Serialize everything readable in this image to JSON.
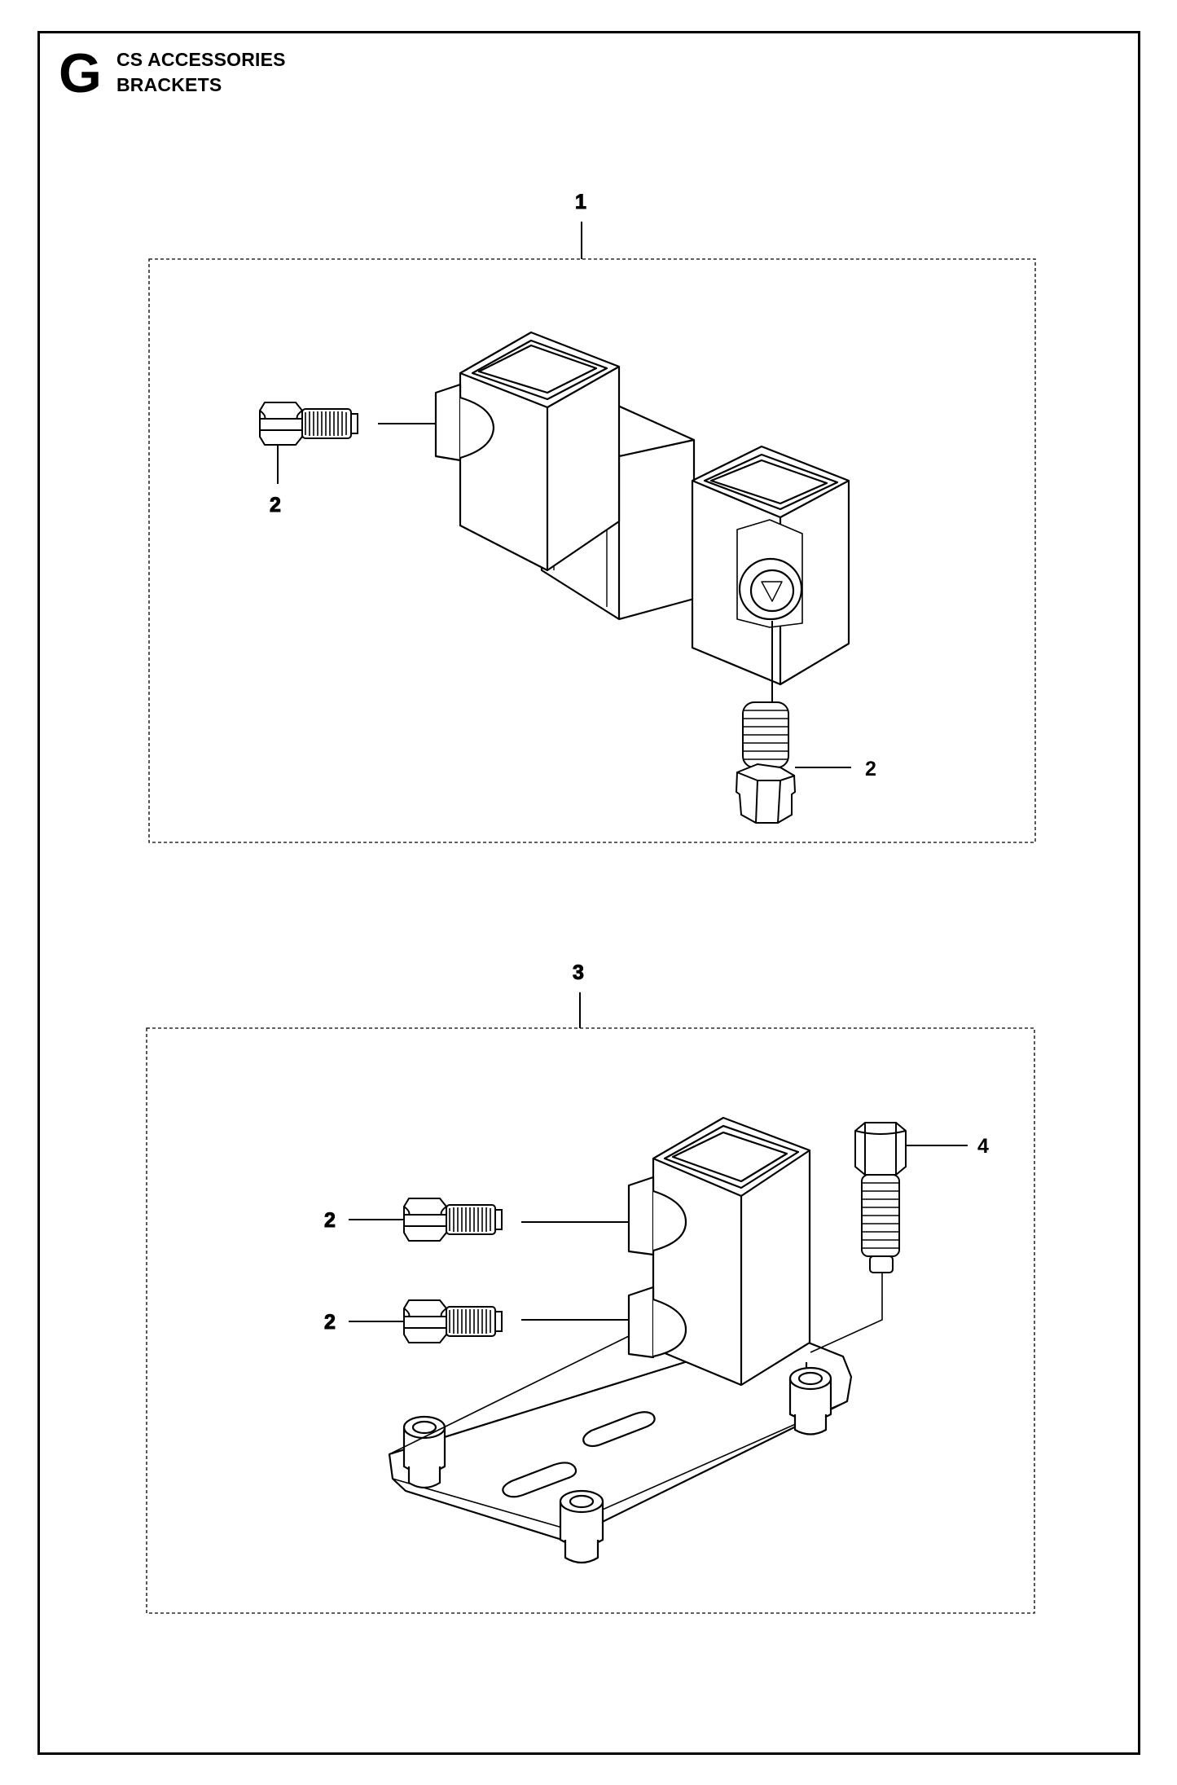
{
  "header": {
    "section_letter": "G",
    "title_line_1": "CS ACCESSORIES",
    "title_line_2": "BRACKETS"
  },
  "callouts": {
    "assembly_1": "1",
    "assembly_3": "3",
    "screw_2a": "2",
    "screw_2b": "2",
    "screw_2c": "2",
    "screw_2d": "2",
    "bolt_4": "4"
  }
}
